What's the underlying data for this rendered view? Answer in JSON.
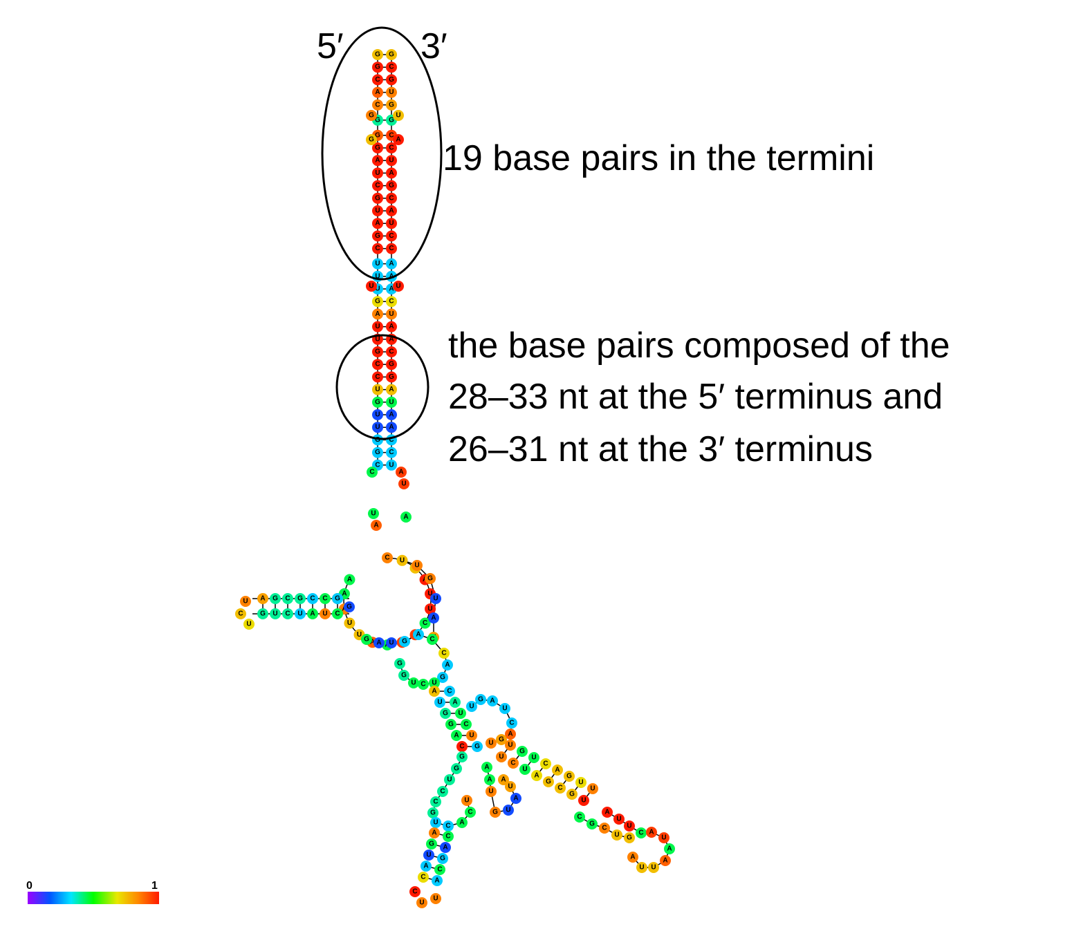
{
  "labels": {
    "five_prime": "5′",
    "three_prime": "3′",
    "termini_note": "19 base pairs in the termini",
    "pairs_note": [
      "the base pairs composed of the",
      "28–33 nt at the 5′ terminus and",
      "26–31 nt at the 3′ terminus"
    ]
  },
  "scale": {
    "min_label": "0",
    "max_label": "1",
    "colors": [
      "#9b00ff",
      "#0055ff",
      "#00e5ff",
      "#00ff00",
      "#e8e800",
      "#ff8800",
      "#ff1a00"
    ]
  },
  "stem_pairs": [
    {
      "l": "G",
      "r": "G",
      "lp": 0.75,
      "rp": 0.75
    },
    {
      "l": "G",
      "r": "C",
      "lp": 1.0,
      "rp": 1.0
    },
    {
      "l": "C",
      "r": "G",
      "lp": 1.0,
      "rp": 1.0
    },
    {
      "l": "A",
      "r": "U",
      "lp": 0.9,
      "rp": 0.85
    },
    {
      "l": "C",
      "r": "G",
      "lp": 0.85,
      "rp": 0.8
    },
    {
      "l": "G",
      "r": "G",
      "lp": 0.4,
      "rp": 0.4
    },
    {
      "l": "G",
      "r": "C",
      "lp": 0.9,
      "rp": 0.95
    },
    {
      "l": "G",
      "r": "C",
      "lp": 1.0,
      "rp": 1.0
    },
    {
      "l": "A",
      "r": "U",
      "lp": 1.0,
      "rp": 1.0
    },
    {
      "l": "U",
      "r": "A",
      "lp": 1.0,
      "rp": 1.0
    },
    {
      "l": "C",
      "r": "G",
      "lp": 1.0,
      "rp": 1.0
    },
    {
      "l": "G",
      "r": "C",
      "lp": 1.0,
      "rp": 1.0
    },
    {
      "l": "U",
      "r": "A",
      "lp": 1.0,
      "rp": 1.0
    },
    {
      "l": "A",
      "r": "U",
      "lp": 1.0,
      "rp": 1.0
    },
    {
      "l": "G",
      "r": "C",
      "lp": 1.0,
      "rp": 1.0
    },
    {
      "l": "C",
      "r": "C",
      "lp": 1.0,
      "rp": 1.0
    },
    {
      "l": "U",
      "r": "A",
      "lp": 0.3,
      "rp": 0.3
    },
    {
      "l": "U",
      "r": "A",
      "lp": 0.3,
      "rp": 0.3
    },
    {
      "l": "U",
      "r": "A",
      "lp": 0.3,
      "rp": 0.3
    },
    {
      "l": "G",
      "r": "C",
      "lp": 0.7,
      "rp": 0.7
    },
    {
      "l": "A",
      "r": "U",
      "lp": 0.85,
      "rp": 0.85
    },
    {
      "l": "U",
      "r": "A",
      "lp": 1.0,
      "rp": 1.0
    },
    {
      "l": "U",
      "r": "A",
      "lp": 1.0,
      "rp": 1.0
    },
    {
      "l": "G",
      "r": "C",
      "lp": 1.0,
      "rp": 1.0
    },
    {
      "l": "C",
      "r": "G",
      "lp": 1.0,
      "rp": 1.0
    },
    {
      "l": "C",
      "r": "G",
      "lp": 1.0,
      "rp": 1.0
    },
    {
      "l": "U",
      "r": "A",
      "lp": 0.75,
      "rp": 0.75
    },
    {
      "l": "G",
      "r": "U",
      "lp": 0.45,
      "rp": 0.45
    },
    {
      "l": "U",
      "r": "A",
      "lp": 0.15,
      "rp": 0.15
    },
    {
      "l": "U",
      "r": "A",
      "lp": 0.15,
      "rp": 0.15
    },
    {
      "l": "G",
      "r": "C",
      "lp": 0.3,
      "rp": 0.3
    },
    {
      "l": "G",
      "r": "C",
      "lp": 0.3,
      "rp": 0.3
    },
    {
      "l": "C",
      "r": "U",
      "lp": 0.3,
      "rp": 0.3
    }
  ],
  "loose_nucleotides": [
    {
      "b": "C",
      "p": 0.85
    },
    {
      "b": "U",
      "p": 0.75
    },
    {
      "b": "G",
      "p": 0.75
    },
    {
      "b": "A",
      "p": 1.0
    },
    {
      "b": "U",
      "p": 1.0
    },
    {
      "b": "U",
      "p": 1.0
    },
    {
      "b": "C",
      "p": 0.45
    },
    {
      "b": "A",
      "p": 0.95
    },
    {
      "b": "U",
      "p": 0.95
    },
    {
      "b": "A",
      "p": 0.45
    },
    {
      "b": "A",
      "p": 0.9
    },
    {
      "b": "U",
      "p": 0.75
    },
    {
      "b": "U",
      "p": 0.75
    },
    {
      "b": "A",
      "p": 0.85
    },
    {
      "b": "A",
      "p": 0.45
    },
    {
      "b": "A",
      "p": 0.45
    },
    {
      "b": "U",
      "p": 0.85
    },
    {
      "b": "G",
      "p": 0.85
    },
    {
      "b": "U",
      "p": 0.15
    },
    {
      "b": "A",
      "p": 0.15
    },
    {
      "b": "U",
      "p": 0.8
    },
    {
      "b": "A",
      "p": 0.8
    },
    {
      "b": "G",
      "p": 0.4
    },
    {
      "b": "G",
      "p": 0.4
    },
    {
      "b": "U",
      "p": 0.4
    },
    {
      "b": "C",
      "p": 0.4
    },
    {
      "b": "C",
      "p": 0.4
    },
    {
      "b": "G",
      "p": 0.4
    },
    {
      "b": "U",
      "p": 0.3
    },
    {
      "b": "C",
      "p": 0.3
    },
    {
      "b": "A",
      "p": 0.45
    },
    {
      "b": "C",
      "p": 0.45
    },
    {
      "b": "U",
      "p": 0.85
    },
    {
      "b": "A",
      "p": 0.85
    },
    {
      "b": "C",
      "p": 0.45
    },
    {
      "b": "G",
      "p": 0.45
    },
    {
      "b": "A",
      "p": 0.15
    },
    {
      "b": "U",
      "p": 0.15
    },
    {
      "b": "G",
      "p": 0.3
    },
    {
      "b": "A",
      "p": 0.3
    },
    {
      "b": "C",
      "p": 0.45
    },
    {
      "b": "C",
      "p": 0.7
    },
    {
      "b": "A",
      "p": 0.3
    },
    {
      "b": "G",
      "p": 0.3
    },
    {
      "b": "U",
      "p": 0.45
    },
    {
      "b": "C",
      "p": 0.45
    },
    {
      "b": "G",
      "p": 0.4
    },
    {
      "b": "G",
      "p": 0.4
    },
    {
      "b": "U",
      "p": 0.45
    },
    {
      "b": "A",
      "p": 0.75
    },
    {
      "b": "C",
      "p": 0.3
    },
    {
      "b": "U",
      "p": 0.3
    },
    {
      "b": "A",
      "p": 0.4
    },
    {
      "b": "G",
      "p": 0.4
    },
    {
      "b": "U",
      "p": 0.45
    },
    {
      "b": "G",
      "p": 0.45
    },
    {
      "b": "C",
      "p": 0.45
    },
    {
      "b": "A",
      "p": 0.45
    },
    {
      "b": "U",
      "p": 0.85
    },
    {
      "b": "C",
      "p": 1.0
    },
    {
      "b": "G",
      "p": 0.3
    },
    {
      "b": "U",
      "p": 0.3
    },
    {
      "b": "G",
      "p": 0.3
    },
    {
      "b": "A",
      "p": 0.3
    },
    {
      "b": "U",
      "p": 0.3
    },
    {
      "b": "C",
      "p": 0.3
    },
    {
      "b": "A",
      "p": 0.9
    },
    {
      "b": "G",
      "p": 0.8
    },
    {
      "b": "U",
      "p": 0.85
    },
    {
      "b": "U",
      "p": 0.85
    },
    {
      "b": "U",
      "p": 0.85
    },
    {
      "b": "C",
      "p": 0.85
    },
    {
      "b": "G",
      "p": 0.45
    },
    {
      "b": "U",
      "p": 0.45
    },
    {
      "b": "U",
      "p": 0.45
    },
    {
      "b": "A",
      "p": 0.7
    },
    {
      "b": "C",
      "p": 0.7
    },
    {
      "b": "G",
      "p": 0.75
    },
    {
      "b": "A",
      "p": 0.75
    },
    {
      "b": "C",
      "p": 0.75
    },
    {
      "b": "G",
      "p": 0.75
    },
    {
      "b": "G",
      "p": 0.75
    },
    {
      "b": "U",
      "p": 0.7
    },
    {
      "b": "U",
      "p": 1.0
    },
    {
      "b": "U",
      "p": 0.85
    },
    {
      "b": "C",
      "p": 0.45
    },
    {
      "b": "G",
      "p": 0.45
    }
  ]
}
